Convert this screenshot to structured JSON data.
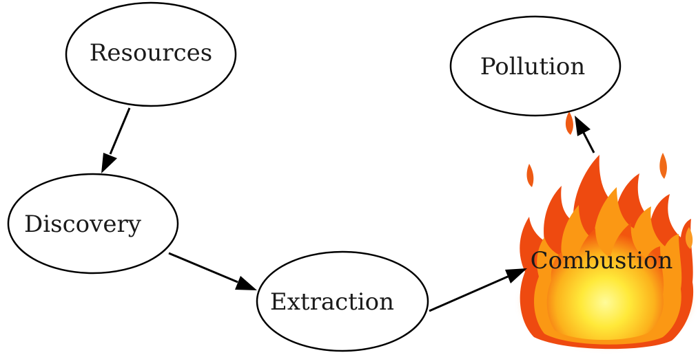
{
  "diagram": {
    "nodes": {
      "resources": "Resources",
      "discovery": "Discovery",
      "extraction": "Extraction",
      "combustion": "Combustion",
      "pollution": "Pollution"
    },
    "fire_icon": "fire-icon",
    "colors": {
      "stroke": "#000000",
      "fill": "#ffffff",
      "fire_outer": "#f04a0c",
      "fire_mid": "#fb9a12",
      "fire_inner": "#fff23a"
    }
  }
}
